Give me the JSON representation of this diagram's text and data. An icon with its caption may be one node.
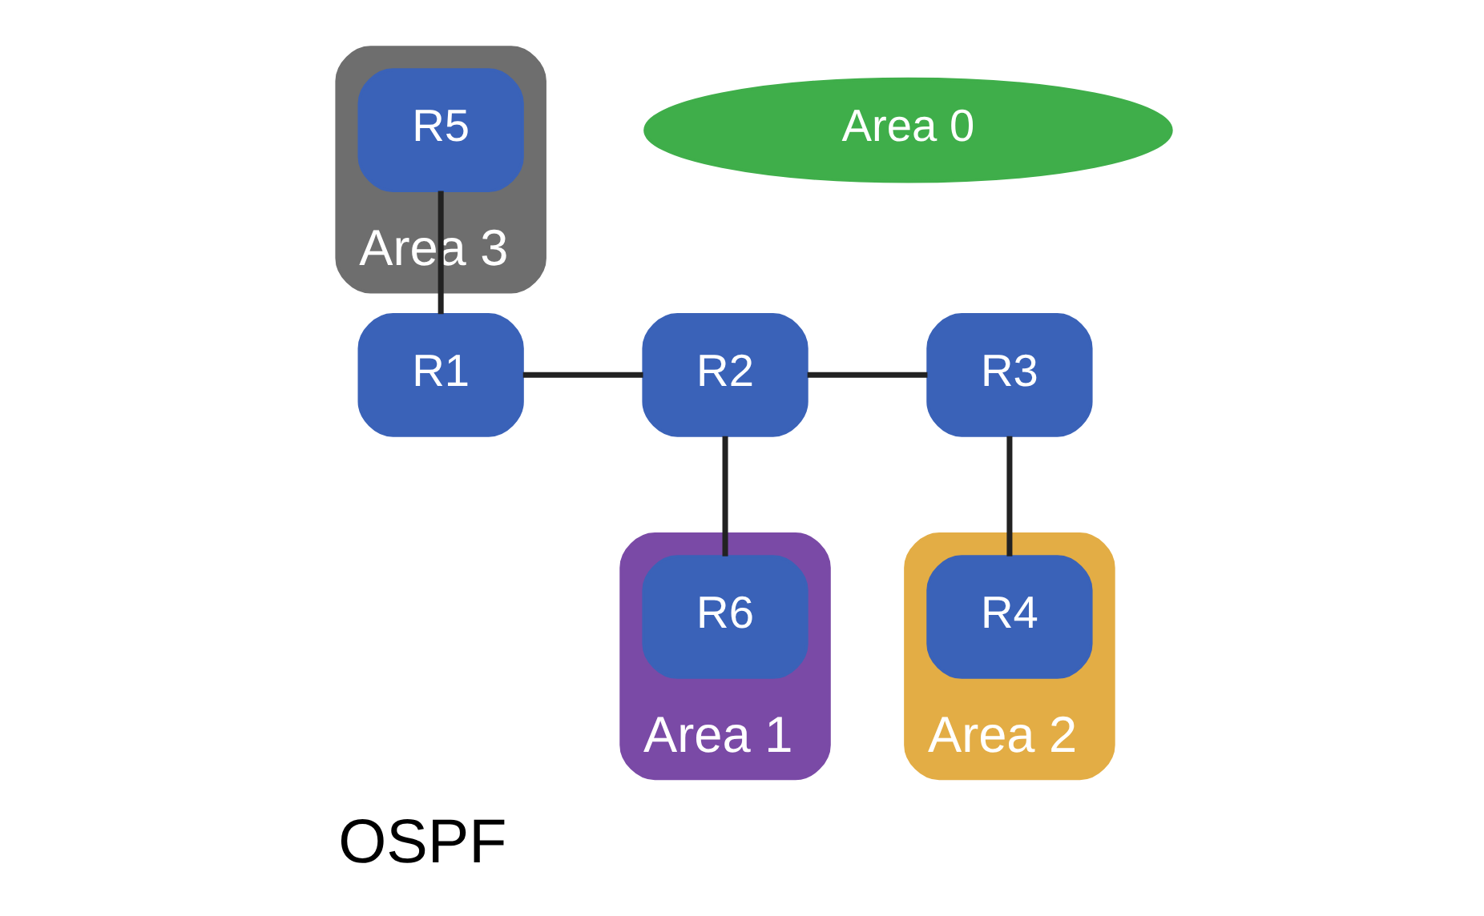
{
  "diagram": {
    "title": "OSPF",
    "nodes": [
      {
        "text": [
          "Area 3"
        ]
      },
      {
        "text": [
          "R5"
        ],
        "in": 0
      },
      {
        "text": [
          "R1"
        ]
      },
      {
        "text": [
          "Area 0"
        ]
      },
      {
        "text": [
          "R2"
        ]
      },
      {
        "text": [
          "R3"
        ]
      },
      {
        "text": [
          "Area 1"
        ]
      },
      {
        "text": [
          "R6"
        ],
        "in": 6
      },
      {
        "text": [
          "Area 2"
        ]
      },
      {
        "text": [
          "R4"
        ],
        "in": 8
      }
    ],
    "edges": [
      {
        "from": 1,
        "to": 2,
        "arrow": "none"
      },
      {
        "from": 2,
        "to": 4,
        "arrow": "none"
      },
      {
        "from": 4,
        "to": 5,
        "arrow": "none"
      },
      {
        "from": 4,
        "to": 7,
        "arrow": "none"
      },
      {
        "from": 5,
        "to": 9,
        "arrow": "none"
      }
    ]
  }
}
